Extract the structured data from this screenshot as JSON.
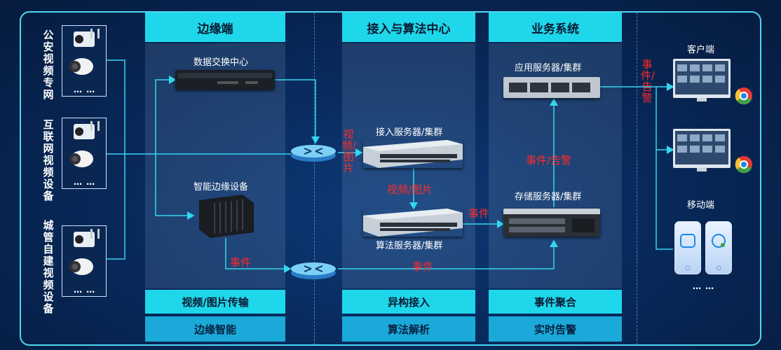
{
  "columns": {
    "edge": {
      "header": "边缘端",
      "footer1": "视频/图片传输",
      "footer2": "边缘智能"
    },
    "center": {
      "header": "接入与算法中心",
      "footer1": "异构接入",
      "footer2": "算法解析"
    },
    "business": {
      "header": "业务系统",
      "footer1": "事件聚合",
      "footer2": "实时告警"
    }
  },
  "sources": [
    {
      "label": "公安视频专网",
      "more": "… …"
    },
    {
      "label": "互联网视频设备",
      "more": "… …"
    },
    {
      "label": "城管自建视频设备",
      "more": "… …"
    }
  ],
  "devices": {
    "data_exchange": "数据交换中心",
    "edge_device": "智能边缘设备",
    "access_server": "接入服务器/集群",
    "algo_server": "算法服务器/集群",
    "app_server": "应用服务器/集群",
    "storage_server": "存储服务器/集群"
  },
  "flows": {
    "video_image_vertical": "视频/图片",
    "video_image": "视频/图片",
    "event_edge": "事件",
    "event_algo": "事件",
    "event_bottom": "事件",
    "event_alarm": "事件/告警",
    "event_alarm_vertical": "事件/告警"
  },
  "clients": {
    "desktop_label": "客户端",
    "mobile_label": "移动端",
    "more": "… …"
  },
  "colors": {
    "accent": "#1fd7ea",
    "arrow": "#33d6f0",
    "event": "#ff2a2a",
    "background": "#082a5c"
  }
}
